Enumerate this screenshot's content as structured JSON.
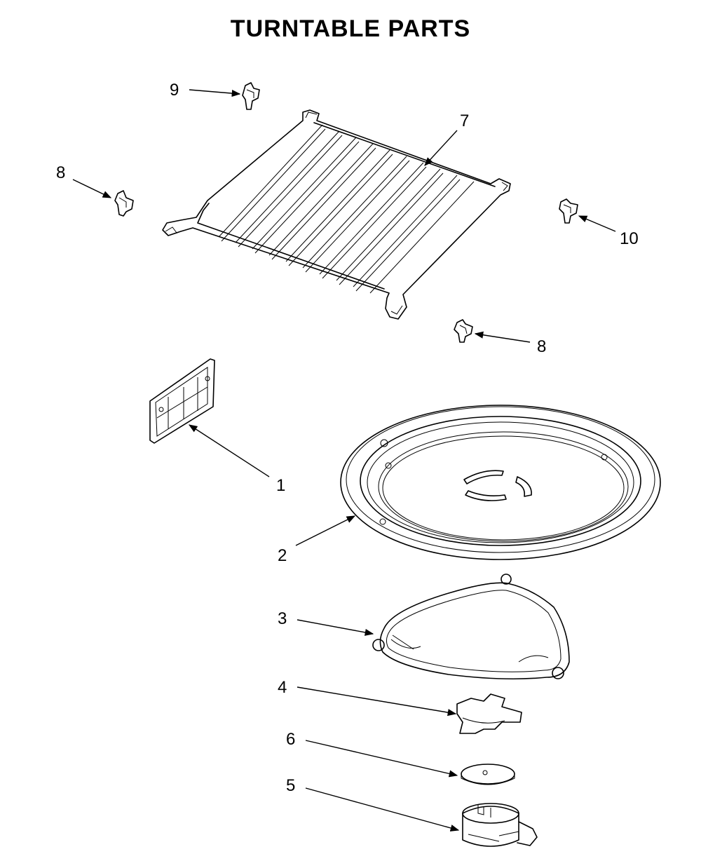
{
  "title": "TURNTABLE PARTS",
  "callouts": {
    "p1": "1",
    "p2": "2",
    "p3": "3",
    "p4": "4",
    "p5": "5",
    "p6": "6",
    "p7": "7",
    "p8a": "8",
    "p8b": "8",
    "p9": "9",
    "p10": "10"
  }
}
